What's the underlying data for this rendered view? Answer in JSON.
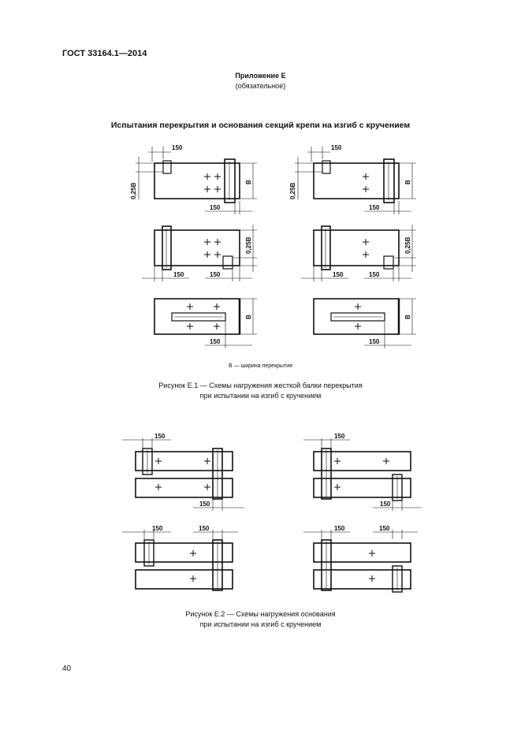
{
  "header": {
    "standard_code": "ГОСТ 33164.1—2014"
  },
  "appendix": {
    "title": "Приложение Е",
    "status": "(обязательное)"
  },
  "section_title": "Испытания перекрытия и основания секций крепи на изгиб с кручением",
  "figure1": {
    "dim_150": "150",
    "dim_05b": "0,25В",
    "dim_b": "В",
    "note": "В — ширина перекрытия",
    "caption_line1": "Рисунок Е.1 — Схемы нагружения жесткой балки перекрытия",
    "caption_line2": "при испытании на изгиб с кручением"
  },
  "figure2": {
    "dim_150": "150",
    "caption_line1": "Рисунок Е.2 — Схемы нагружения основания",
    "caption_line2": "при испытании на изгиб с кручением"
  },
  "page_number": "40"
}
